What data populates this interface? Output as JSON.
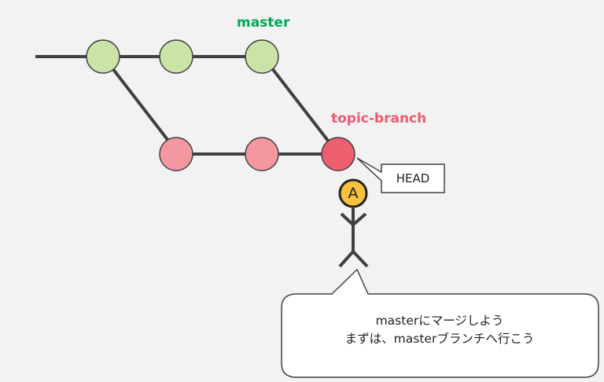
{
  "diagram": {
    "branches": {
      "master": {
        "label": "master",
        "color": "#00a84f",
        "commit_fill": "#c9e4a6"
      },
      "topic": {
        "label": "topic-branch",
        "color": "#ee5a6e",
        "commit_fill": "#f597a0",
        "head_commit_fill": "#ee6070"
      }
    },
    "head_label": "HEAD",
    "avatar": {
      "letter": "A",
      "fill": "#f7c23e",
      "icon": "stick-figure-icon"
    },
    "speech": {
      "lines": [
        "masterにマージしよう",
        "まずは、masterブランチへ行こう"
      ]
    },
    "colors": {
      "background": "#f2f2f2",
      "line": "#404040"
    }
  }
}
